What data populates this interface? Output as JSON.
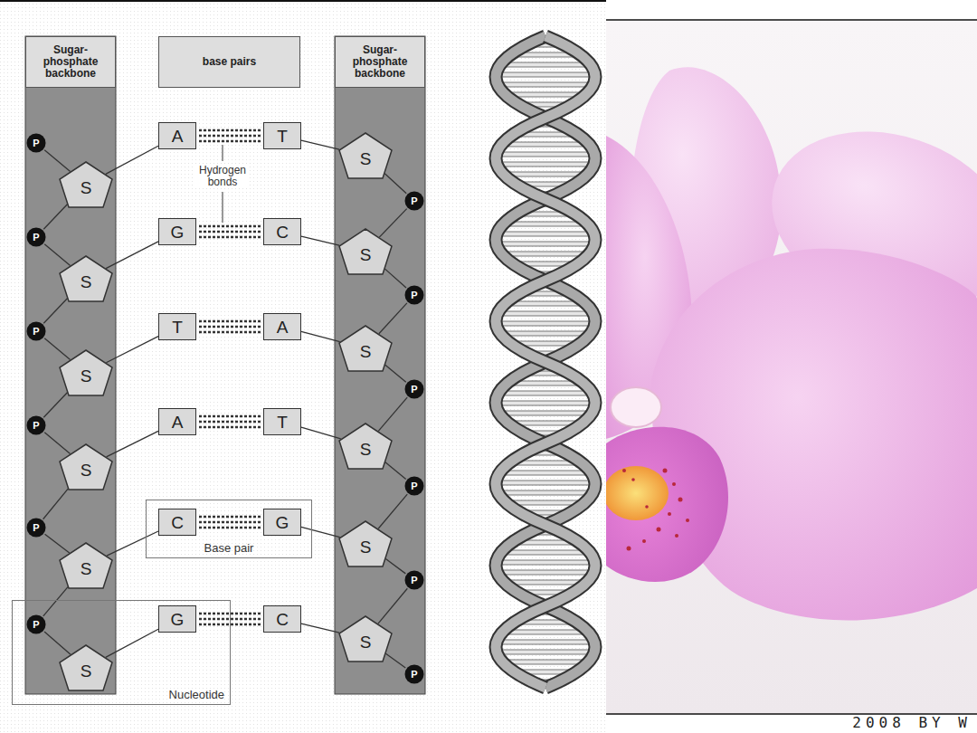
{
  "diagram": {
    "nodes": [
      {
        "text": [
          "Sugar- phosphate backbone"
        ]
      },
      {
        "text": [
          "base pairs"
        ]
      },
      {
        "text": [
          "Sugar- phosphate backbone"
        ]
      },
      {
        "text": [
          "P"
        ]
      },
      {
        "text": [
          "S"
        ]
      },
      {
        "text": [
          "A"
        ]
      },
      {
        "text": [
          "T"
        ]
      },
      {
        "text": [
          "S"
        ]
      },
      {
        "text": [
          "P"
        ]
      },
      {
        "text": [
          "P"
        ]
      },
      {
        "text": [
          "S"
        ]
      },
      {
        "text": [
          "G"
        ]
      },
      {
        "text": [
          "C"
        ]
      },
      {
        "text": [
          "S"
        ]
      },
      {
        "text": [
          "P"
        ]
      },
      {
        "text": [
          "P"
        ]
      },
      {
        "text": [
          "S"
        ]
      },
      {
        "text": [
          "T"
        ]
      },
      {
        "text": [
          "A"
        ]
      },
      {
        "text": [
          "S"
        ]
      },
      {
        "text": [
          "P"
        ]
      },
      {
        "text": [
          "P"
        ]
      },
      {
        "text": [
          "S"
        ]
      },
      {
        "text": [
          "A"
        ]
      },
      {
        "text": [
          "T"
        ]
      },
      {
        "text": [
          "S"
        ]
      },
      {
        "text": [
          "P"
        ]
      },
      {
        "text": [
          "P"
        ]
      },
      {
        "text": [
          "S"
        ]
      },
      {
        "text": [
          "Base pair"
        ]
      },
      {
        "text": [
          "C"
        ],
        "in": 29
      },
      {
        "text": [
          "G"
        ],
        "in": 29
      },
      {
        "text": [
          "S"
        ]
      },
      {
        "text": [
          "P"
        ]
      },
      {
        "text": [
          "Nucleotide"
        ]
      },
      {
        "text": [
          "P"
        ],
        "in": 34
      },
      {
        "text": [
          "S"
        ],
        "in": 34
      },
      {
        "text": [
          "G"
        ],
        "in": 34
      },
      {
        "text": [
          "C"
        ]
      },
      {
        "text": [
          "S"
        ]
      },
      {
        "text": [
          "P"
        ]
      }
    ],
    "edges": [
      {
        "from": 4,
        "to": 5,
        "arrow": "none"
      },
      {
        "from": 5,
        "to": 6,
        "arrow": "none"
      },
      {
        "from": 6,
        "to": 7,
        "arrow": "none"
      },
      {
        "from": 10,
        "to": 11,
        "arrow": "none"
      },
      {
        "from": 11,
        "to": 12,
        "arrow": "none"
      },
      {
        "from": 12,
        "to": 13,
        "arrow": "none"
      },
      {
        "from": 16,
        "to": 17,
        "arrow": "none"
      },
      {
        "from": 17,
        "to": 18,
        "arrow": "none"
      },
      {
        "from": 18,
        "to": 19,
        "arrow": "none"
      },
      {
        "from": 22,
        "to": 23,
        "arrow": "none"
      },
      {
        "from": 23,
        "to": 24,
        "arrow": "none"
      },
      {
        "from": 24,
        "to": 25,
        "arrow": "none"
      },
      {
        "from": 28,
        "to": 30,
        "arrow": "none"
      },
      {
        "from": 30,
        "to": 31,
        "arrow": "none"
      },
      {
        "from": 31,
        "to": 32,
        "arrow": "none"
      },
      {
        "from": 36,
        "to": 37,
        "arrow": "none"
      },
      {
        "from": 37,
        "to": 38,
        "arrow": "none"
      },
      {
        "from": 38,
        "to": 39,
        "arrow": "none"
      },
      {
        "from": 3,
        "to": 4,
        "arrow": "none"
      },
      {
        "from": 4,
        "to": 9,
        "arrow": "none"
      },
      {
        "from": 9,
        "to": 10,
        "arrow": "none"
      },
      {
        "from": 10,
        "to": 15,
        "arrow": "none"
      },
      {
        "from": 15,
        "to": 16,
        "arrow": "none"
      },
      {
        "from": 16,
        "to": 21,
        "arrow": "none"
      },
      {
        "from": 21,
        "to": 22,
        "arrow": "none"
      },
      {
        "from": 22,
        "to": 27,
        "arrow": "none"
      },
      {
        "from": 27,
        "to": 28,
        "arrow": "none"
      },
      {
        "from": 28,
        "to": 35,
        "arrow": "none"
      },
      {
        "from": 35,
        "to": 36,
        "arrow": "none"
      },
      {
        "from": 7,
        "to": 8,
        "arrow": "none"
      },
      {
        "from": 8,
        "to": 13,
        "arrow": "none"
      },
      {
        "from": 13,
        "to": 14,
        "arrow": "none"
      },
      {
        "from": 14,
        "to": 19,
        "arrow": "none"
      },
      {
        "from": 19,
        "to": 20,
        "arrow": "none"
      },
      {
        "from": 20,
        "to": 25,
        "arrow": "none"
      },
      {
        "from": 25,
        "to": 26,
        "arrow": "none"
      },
      {
        "from": 26,
        "to": 32,
        "arrow": "none"
      },
      {
        "from": 32,
        "to": 33,
        "arrow": "none"
      },
      {
        "from": 33,
        "to": 39,
        "arrow": "none"
      },
      {
        "from": 39,
        "to": 40,
        "arrow": "none"
      }
    ],
    "labels": [
      "Hydrogen bonds",
      "2008 BY W"
    ]
  }
}
